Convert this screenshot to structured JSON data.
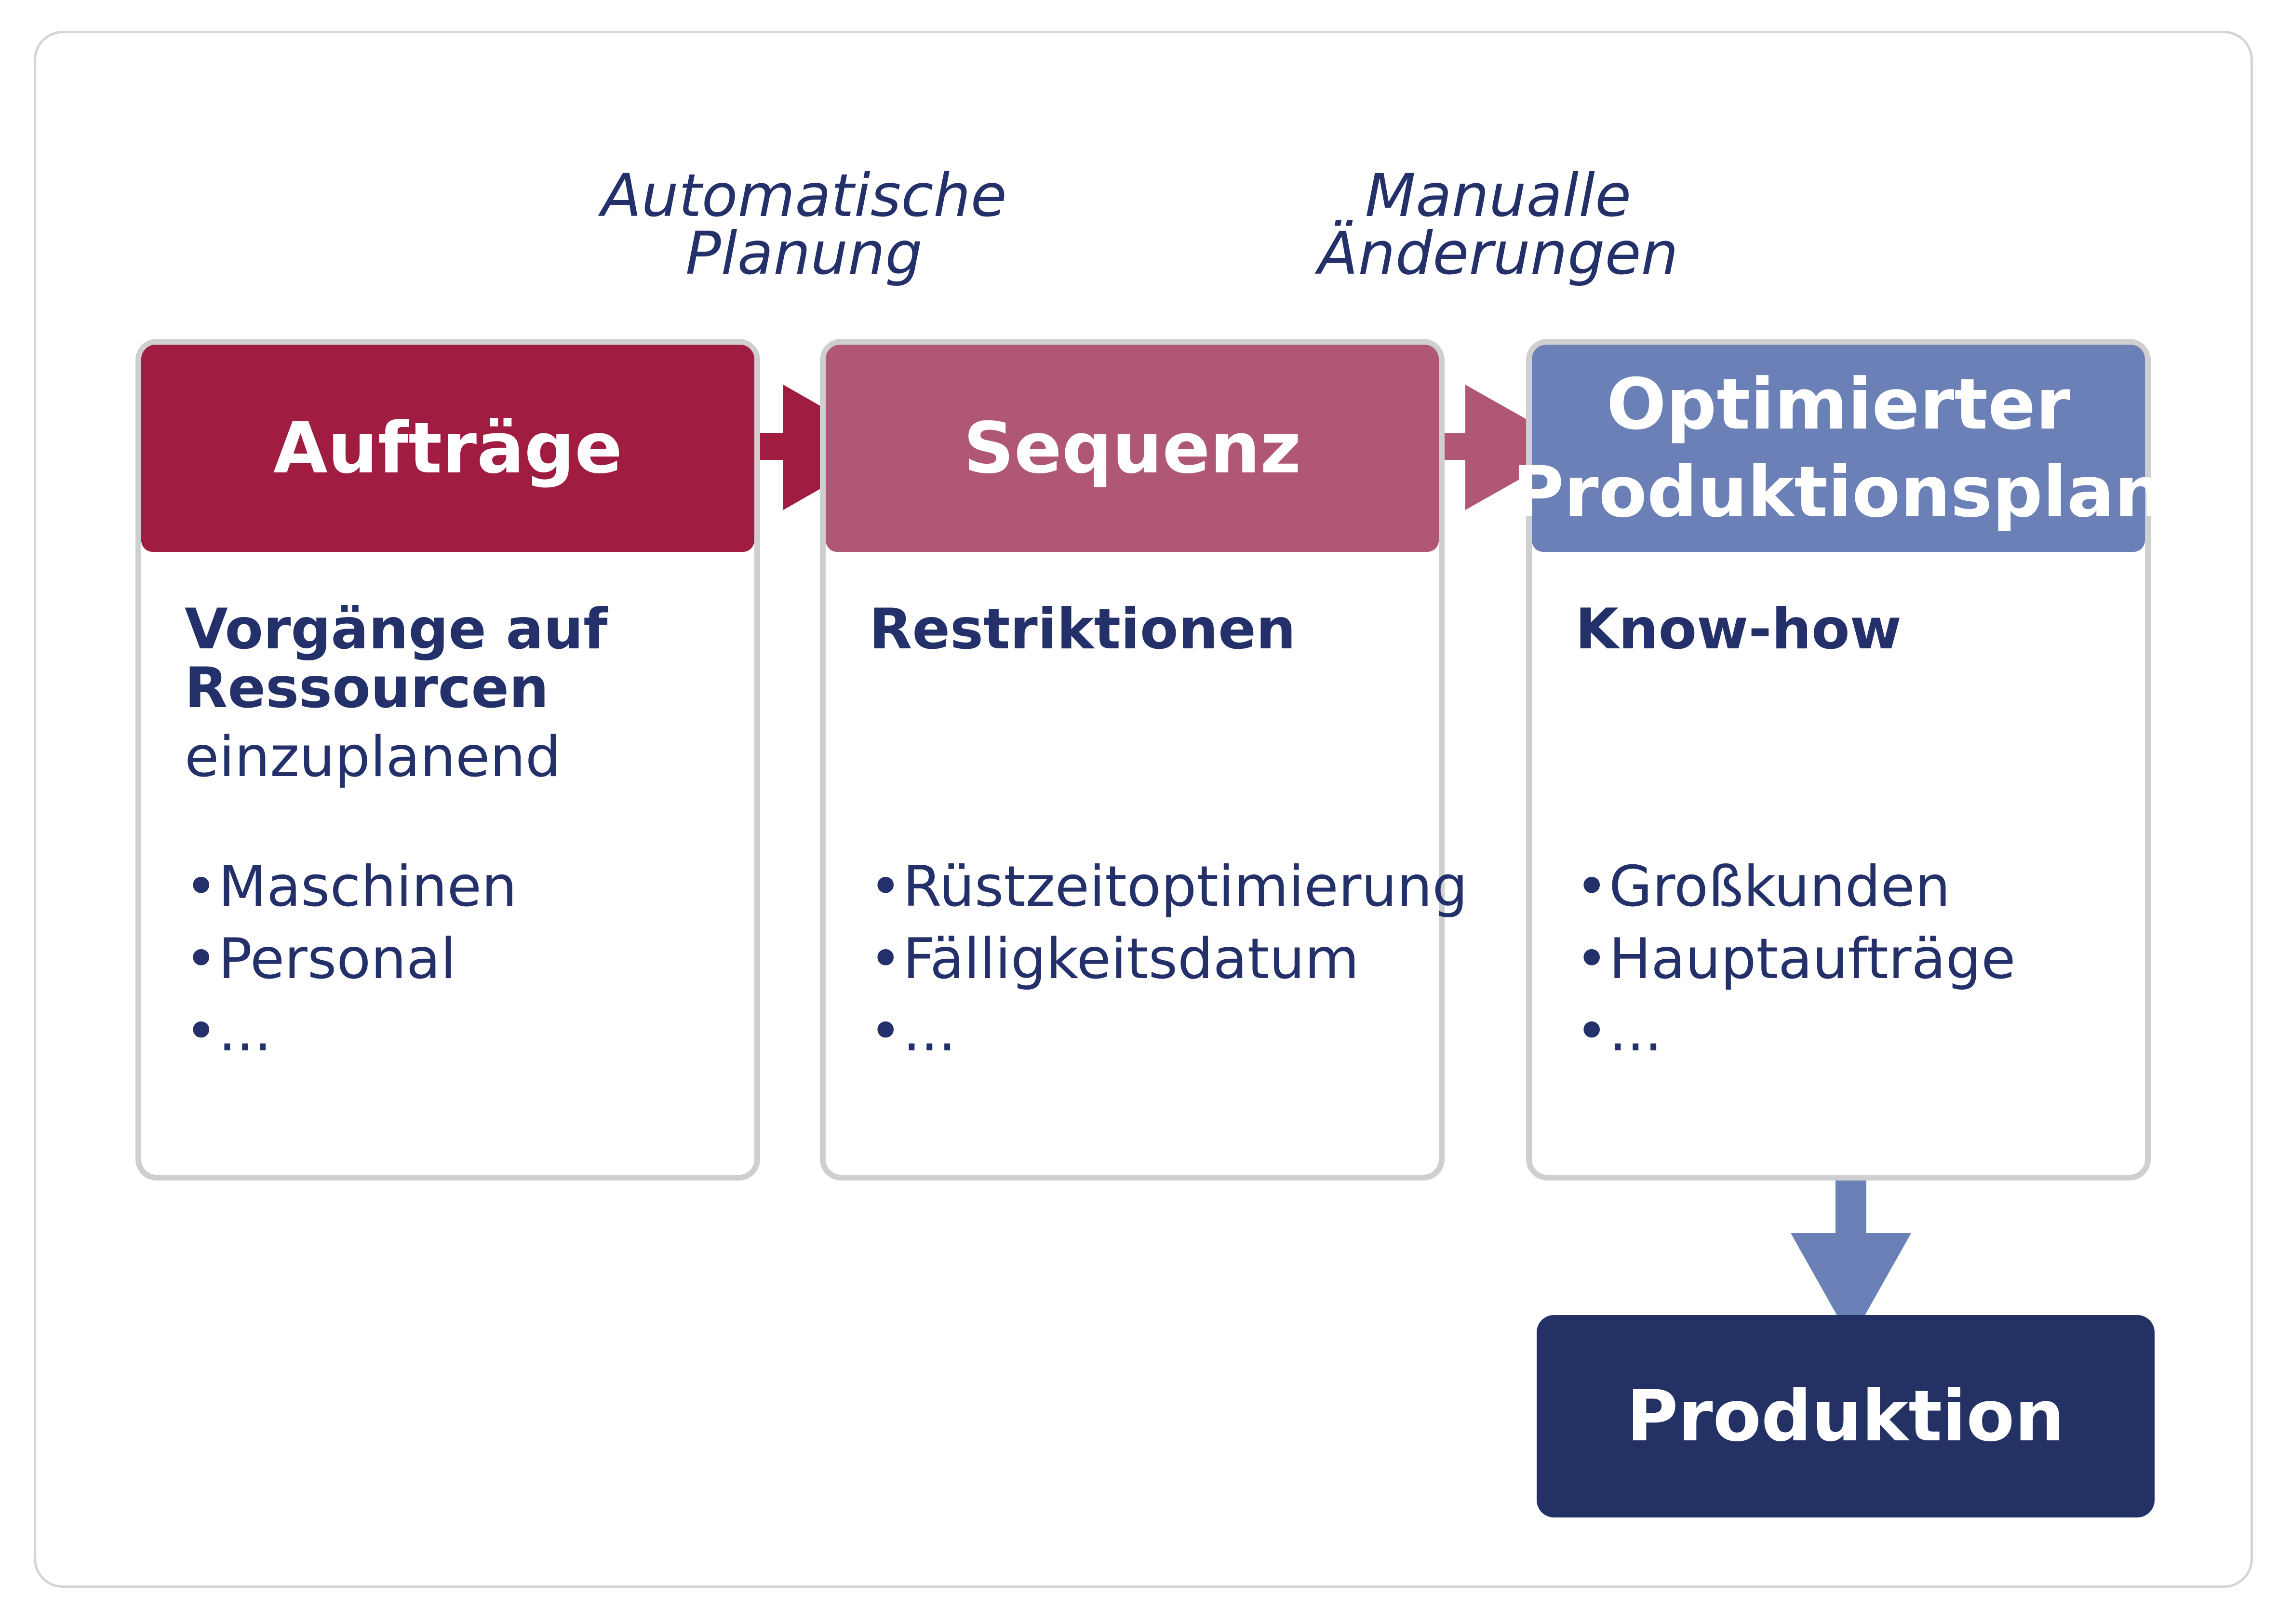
{
  "colors": {
    "orders": "#a11c41",
    "sequence": "#b05776",
    "plan": "#6b80b6",
    "production": "#233165",
    "text": "#23306a",
    "border": "#cfcfcf"
  },
  "process_labels": {
    "automatic": [
      "Automatische",
      "Planung"
    ],
    "manual": [
      "Manualle",
      "Änderungen"
    ]
  },
  "cards": [
    {
      "title": [
        "Aufträge"
      ],
      "subtitle": [
        "Vorgänge auf",
        "Ressourcen"
      ],
      "note": "einzuplanend",
      "items": [
        "Maschinen",
        "Personal",
        "..."
      ]
    },
    {
      "title": [
        "Sequenz"
      ],
      "subtitle": [
        "Restriktionen"
      ],
      "note": "",
      "items": [
        "Rüstzeitoptimierung",
        "Fälligkeitsdatum",
        "..."
      ]
    },
    {
      "title": [
        "Optimierter",
        "Produktionsplan"
      ],
      "subtitle": [
        "Know-how"
      ],
      "note": "",
      "items": [
        "Großkunden",
        "Hauptaufträge",
        "..."
      ]
    }
  ],
  "production": {
    "label": "Produktion"
  }
}
